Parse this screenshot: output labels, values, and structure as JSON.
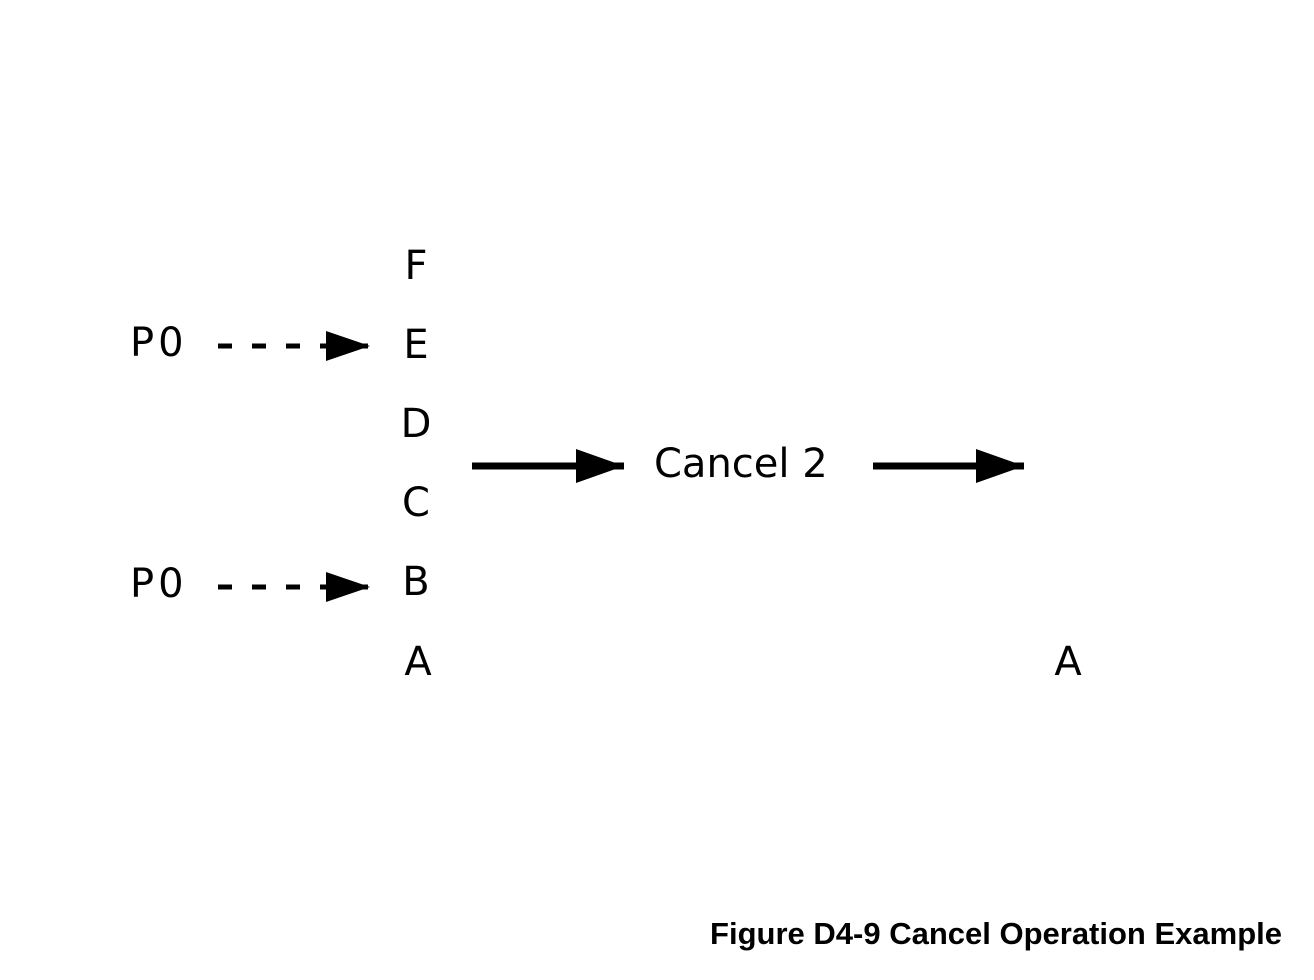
{
  "diagram": {
    "before_stack": [
      "F",
      "E",
      "D",
      "C",
      "B",
      "A"
    ],
    "pointers": [
      {
        "label": "P0",
        "target": "E"
      },
      {
        "label": "P0",
        "target": "B"
      }
    ],
    "operation": "Cancel 2",
    "after_stack": [
      "A"
    ]
  },
  "caption": "Figure D4-9 Cancel Operation Example"
}
